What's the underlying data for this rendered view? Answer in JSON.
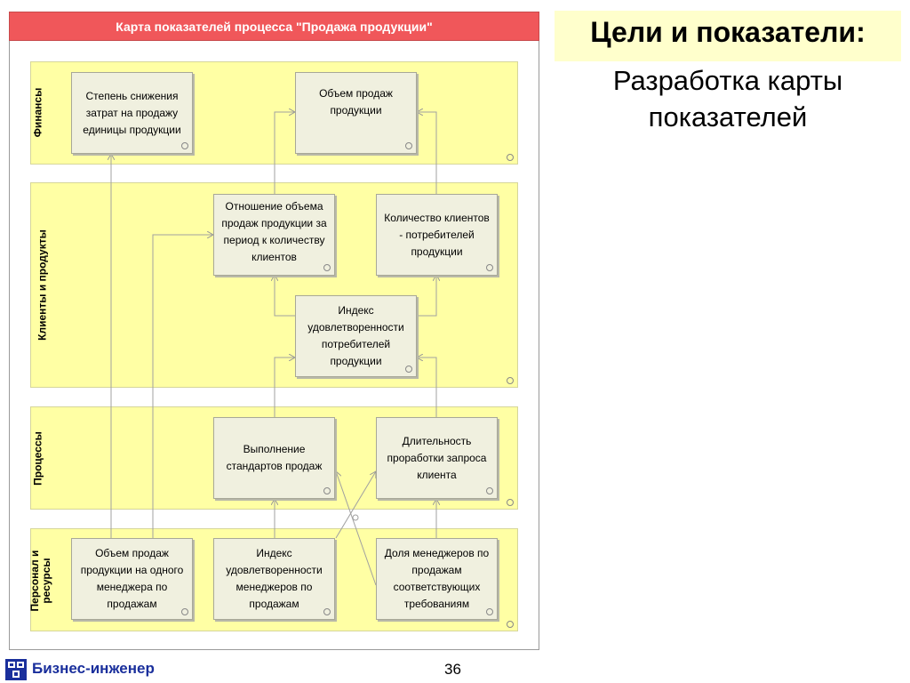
{
  "diagram": {
    "title": "Карта показателей процесса \"Продажа продукции\"",
    "lanes": [
      {
        "id": "finance",
        "label": "Финансы"
      },
      {
        "id": "clients",
        "label": "Клиенты и продукты"
      },
      {
        "id": "processes",
        "label": "Процессы"
      },
      {
        "id": "personnel",
        "label": "Персонал и ресурсы"
      }
    ],
    "nodes": {
      "cost_reduction": "Степень снижения затрат на продажу единицы продукции",
      "sales_volume": "Объем продаж продукции",
      "sales_per_client": "Отношение объема продаж продукции за период к количеству клиентов",
      "client_count": "Количество клиентов - потребителей продукции",
      "satisfaction_index": "Индекс удовлетворенности потребителей продукции",
      "standards_compliance": "Выполнение стандартов продаж",
      "request_duration": "Длительность проработки запроса клиента",
      "sales_per_manager": "Объем продаж продукции на одного менеджера по продажам",
      "manager_satisfaction": "Индекс удовлетворенности менеджеров по продажам",
      "qualified_managers": "Доля менеджеров по продажам соответствующих требованиям"
    }
  },
  "heading": {
    "bold": "Цели и показатели:",
    "sub": "Разработка карты показателей"
  },
  "footer": {
    "brand": "Бизнес-инженер",
    "page": "36"
  },
  "colors": {
    "title_bar": "#f0575a",
    "lane": "#ffffa4",
    "node": "#f0f0df",
    "heading_bg": "#ffffcc",
    "brand": "#1a2f9c"
  }
}
